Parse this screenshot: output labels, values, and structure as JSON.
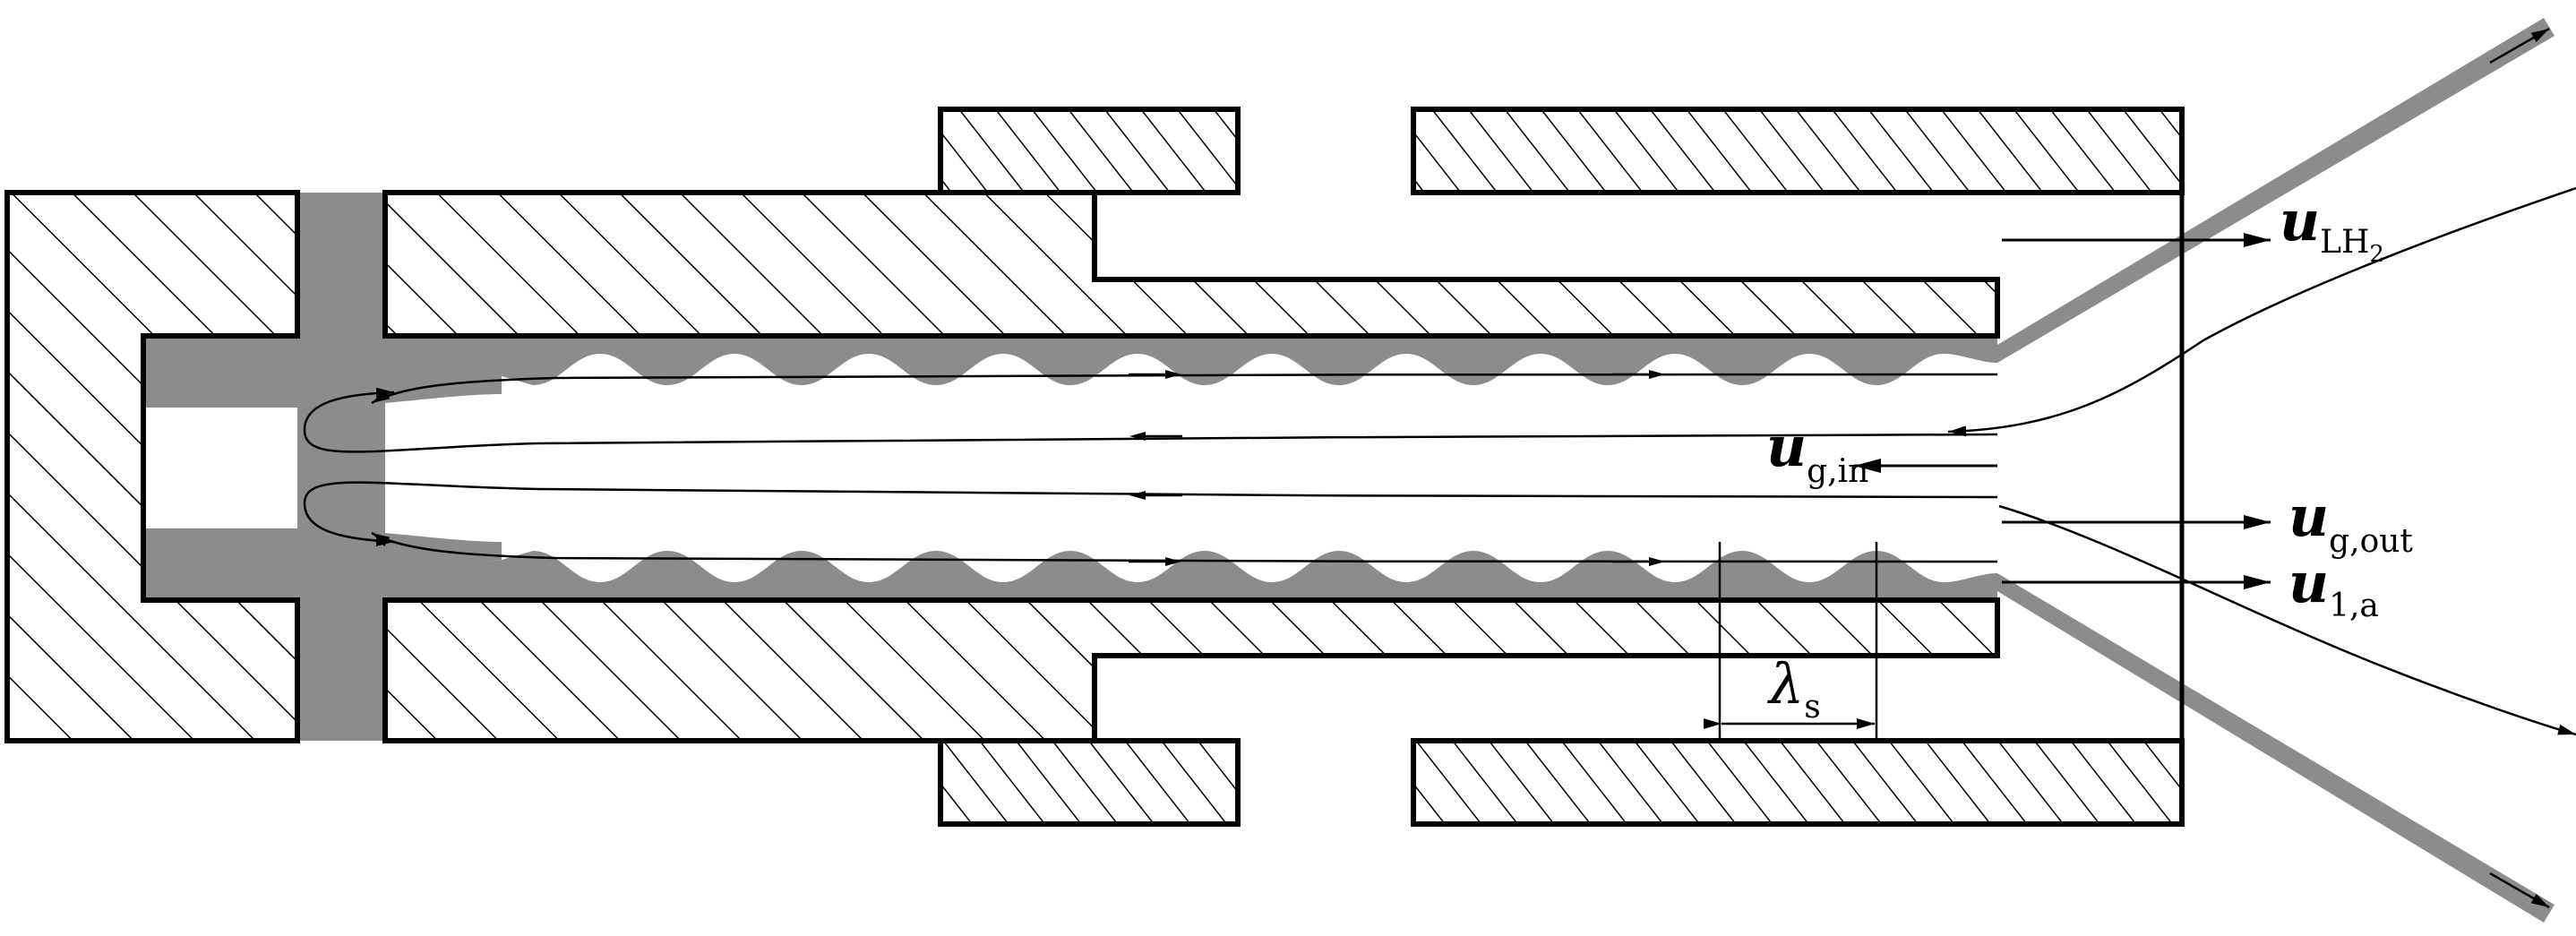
{
  "labels": {
    "u_lh2": {
      "main": "u",
      "sub": "LH",
      "subsub": "2"
    },
    "u_g_in": {
      "main": "u",
      "sub": "g,in"
    },
    "u_g_out": {
      "main": "u",
      "sub": "g,out"
    },
    "u_1_a": {
      "main": "u",
      "sub": "1,a"
    },
    "lambda_s": {
      "main": "λ",
      "sub": "s"
    }
  },
  "colors": {
    "outline": "#000000",
    "liquid_film": "#8c8c8c",
    "background": "#ffffff"
  }
}
